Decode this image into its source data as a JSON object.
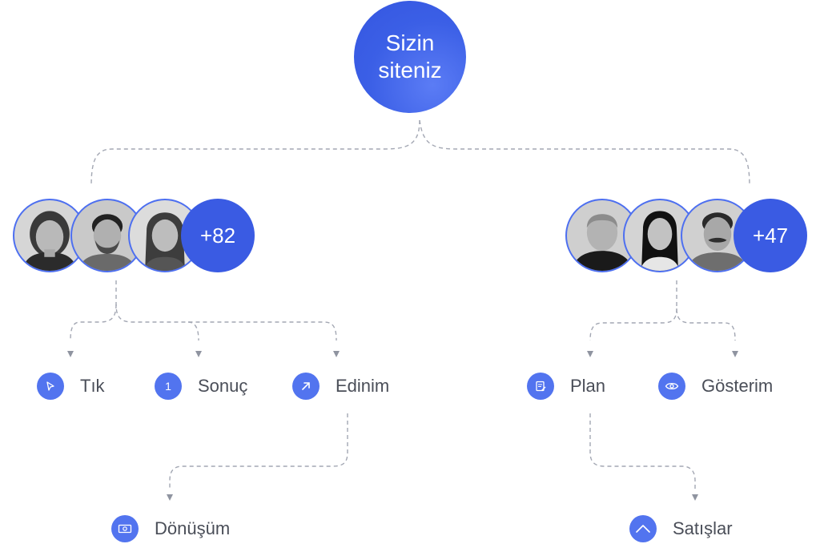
{
  "root": {
    "line1": "Sizin",
    "line2": "siteniz"
  },
  "left_group": {
    "count": "+82",
    "avatars": [
      "woman-short-hair-avatar",
      "man-beard-avatar",
      "woman-long-hair-avatar"
    ]
  },
  "right_group": {
    "count": "+47",
    "avatars": [
      "man-bald-avatar",
      "woman-dark-hair-avatar",
      "man-mustache-avatar"
    ]
  },
  "nodes": {
    "tik": {
      "label": "Tık",
      "icon": "cursor-icon"
    },
    "sonuc": {
      "label": "Sonuç",
      "icon": "number-one-icon",
      "icon_text": "1"
    },
    "edinim": {
      "label": "Edinim",
      "icon": "arrow-up-right-icon"
    },
    "donusum": {
      "label": "Dönüşüm",
      "icon": "banknote-icon"
    },
    "plan": {
      "label": "Plan",
      "icon": "document-edit-icon"
    },
    "gosterim": {
      "label": "Gösterim",
      "icon": "eye-icon"
    },
    "satislar": {
      "label": "Satışlar",
      "icon": "chevron-up-icon"
    }
  },
  "colors": {
    "accent": "#4d6ff0",
    "count_bg": "#3a5be3",
    "connector": "#a3a7b3",
    "label": "#4a4e58"
  }
}
